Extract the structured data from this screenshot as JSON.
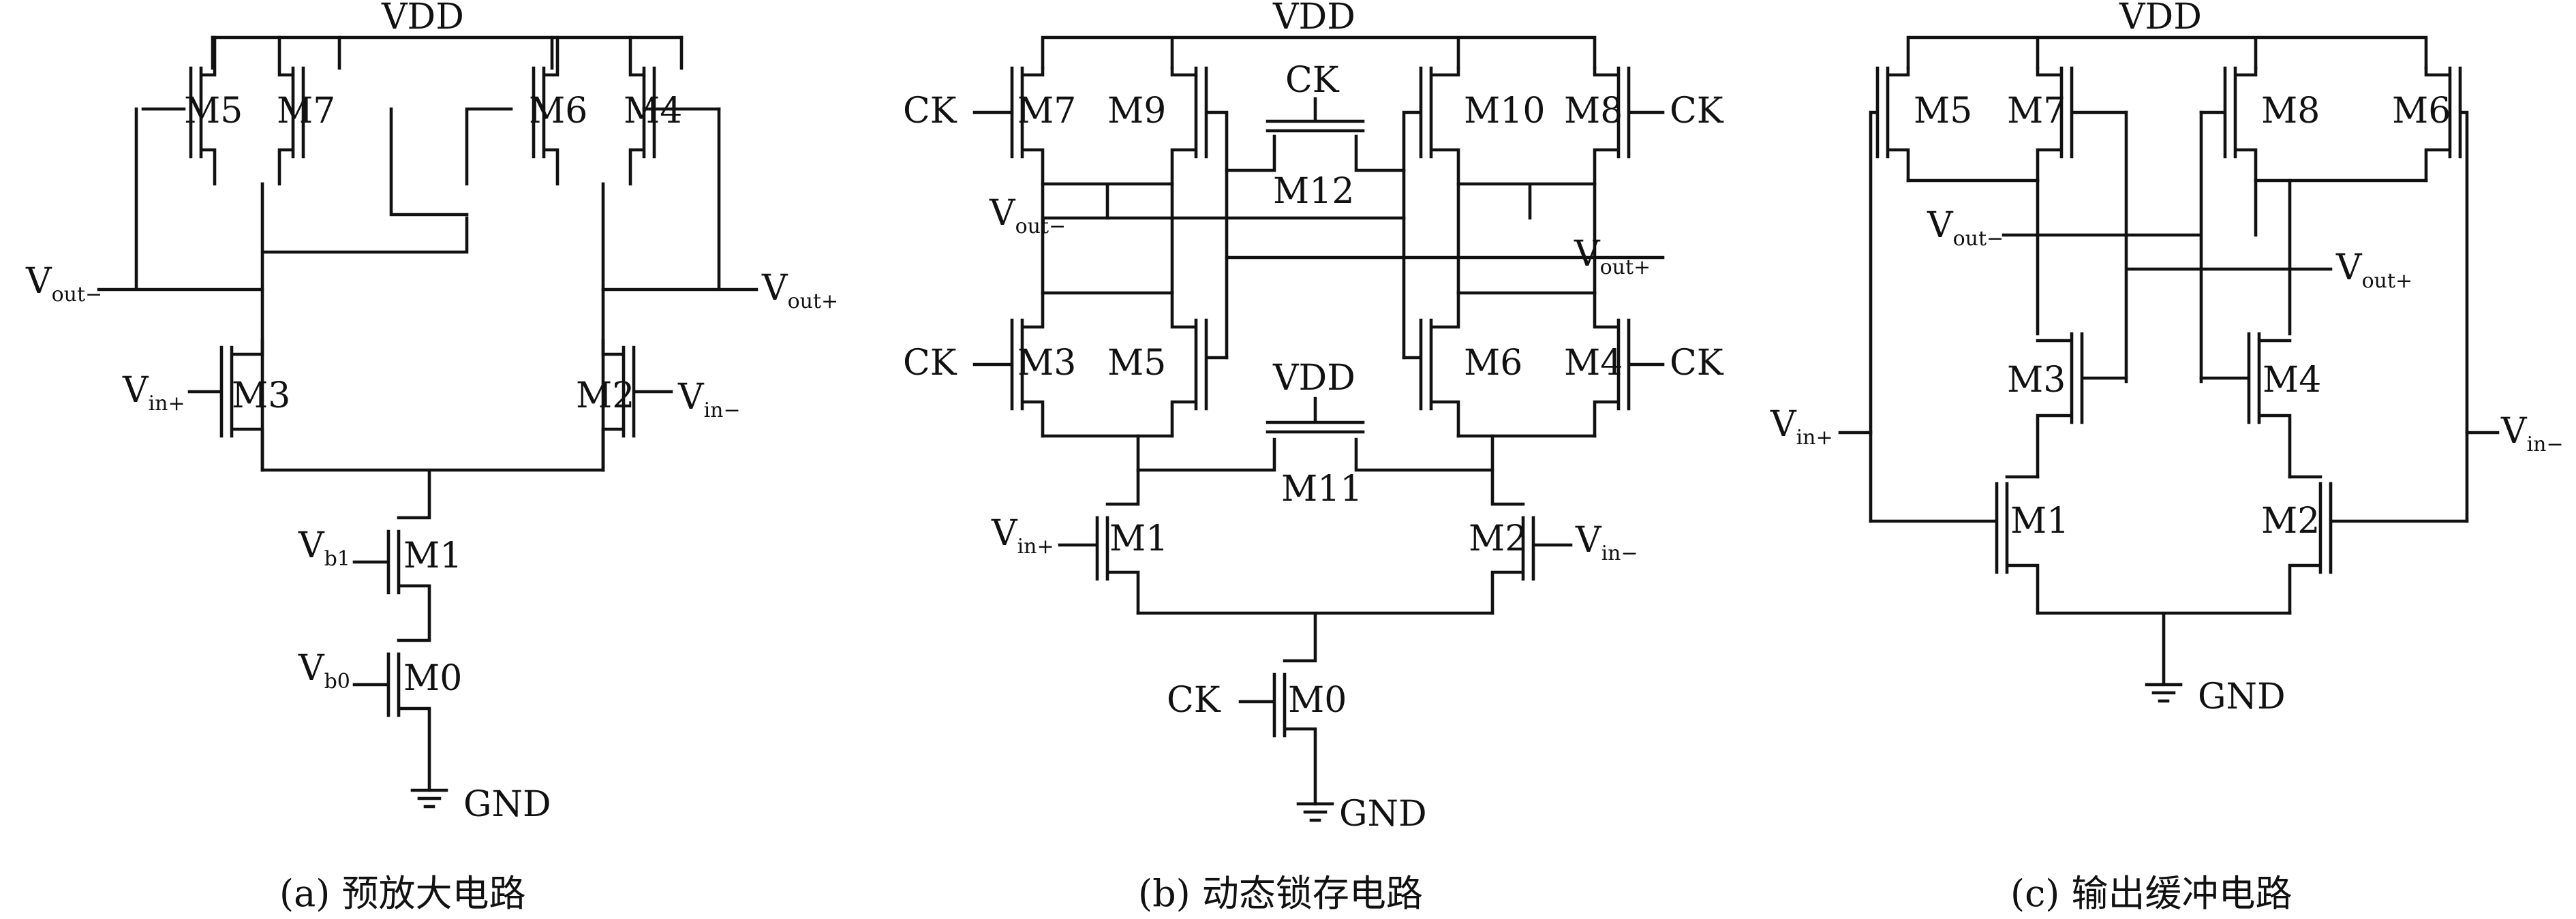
{
  "panel_a": {
    "supply": "VDD",
    "ground": "GND",
    "transistors": [
      "M5",
      "M7",
      "M6",
      "M4",
      "M3",
      "M2",
      "M1",
      "M0"
    ],
    "ports": {
      "out_minus": {
        "main": "V",
        "sub": "out−"
      },
      "out_plus": {
        "main": "V",
        "sub": "out+"
      },
      "in_plus": {
        "main": "V",
        "sub": "in+"
      },
      "in_minus": {
        "main": "V",
        "sub": "in−"
      },
      "b1": {
        "main": "V",
        "sub": "b1"
      },
      "b0": {
        "main": "V",
        "sub": "b0"
      }
    },
    "caption": "(a) 预放大电路"
  },
  "panel_b": {
    "supply": "VDD",
    "supply_mid": "VDD",
    "ground": "GND",
    "clock": "CK",
    "transistors": [
      "M7",
      "M9",
      "M10",
      "M8",
      "M12",
      "M3",
      "M5",
      "M6",
      "M4",
      "M11",
      "M1",
      "M2",
      "M0"
    ],
    "ports": {
      "out_minus": {
        "main": "V",
        "sub": "out−"
      },
      "out_plus": {
        "main": "V",
        "sub": "out+"
      },
      "in_plus": {
        "main": "V",
        "sub": "in+"
      },
      "in_minus": {
        "main": "V",
        "sub": "in−"
      }
    },
    "caption": "(b) 动态锁存电路"
  },
  "panel_c": {
    "supply": "VDD",
    "ground": "GND",
    "transistors": [
      "M5",
      "M7",
      "M8",
      "M6",
      "M3",
      "M4",
      "M1",
      "M2"
    ],
    "ports": {
      "out_minus": {
        "main": "V",
        "sub": "out−"
      },
      "out_plus": {
        "main": "V",
        "sub": "out+"
      },
      "in_plus": {
        "main": "V",
        "sub": "in+"
      },
      "in_minus": {
        "main": "V",
        "sub": "in−"
      }
    },
    "caption": "(c) 输出缓冲电路"
  }
}
